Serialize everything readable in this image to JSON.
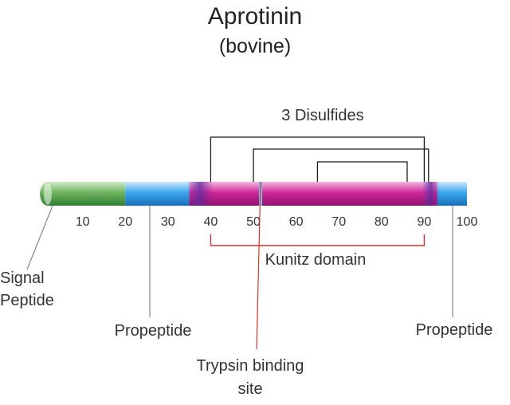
{
  "title": "Aprotinin",
  "subtitle": "(bovine)",
  "disulfides_label": "3 Disulfides",
  "ticks": [
    "10",
    "20",
    "30",
    "40",
    "50",
    "60",
    "70",
    "80",
    "90",
    "100"
  ],
  "regions": [
    {
      "name": "signal-peptide",
      "start": 0,
      "end": 20,
      "color": "#3f9a3f"
    },
    {
      "name": "propeptide-n",
      "start": 20,
      "end": 35,
      "color": "#2a8fdb"
    },
    {
      "name": "mature-domain",
      "start": 35,
      "end": 93,
      "color": "#c21b8e"
    },
    {
      "name": "propeptide-c",
      "start": 93,
      "end": 100,
      "color": "#2a8fdb"
    }
  ],
  "disulfide_bonds": [
    {
      "from": 40,
      "to": 90
    },
    {
      "from": 50,
      "to": 91
    },
    {
      "from": 65,
      "to": 86
    }
  ],
  "kunitz_domain": {
    "label": "Kunitz domain",
    "start": 40,
    "end": 90,
    "color": "#d4332b"
  },
  "annotations": {
    "signal_peptide": [
      "Signal",
      "Peptide"
    ],
    "propeptide_n": "Propeptide",
    "propeptide_c": "Propeptide",
    "trypsin_site": [
      "Trypsin binding",
      "site"
    ]
  }
}
